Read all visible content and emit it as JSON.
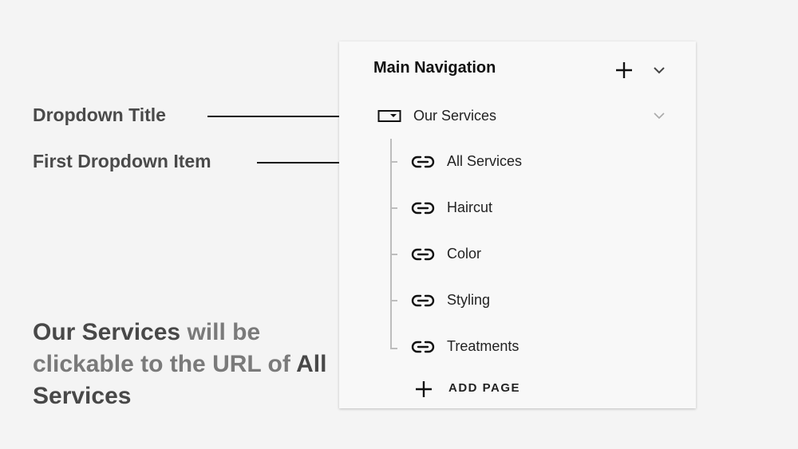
{
  "annotations": {
    "dropdown_title": "Dropdown Title",
    "first_dropdown_item": "First Dropdown Item"
  },
  "caption": {
    "part1": "Our Services",
    "part2": " will be clickable to the URL of ",
    "part3": "All Services"
  },
  "panel": {
    "title": "Main Navigation",
    "dropdown": {
      "label": "Our Services",
      "icon": "dropdown-folder-icon",
      "items": [
        {
          "label": "All Services",
          "icon": "link-icon"
        },
        {
          "label": "Haircut",
          "icon": "link-icon"
        },
        {
          "label": "Color",
          "icon": "link-icon"
        },
        {
          "label": "Styling",
          "icon": "link-icon"
        },
        {
          "label": "Treatments",
          "icon": "link-icon"
        }
      ]
    },
    "add_page_label": "ADD PAGE"
  },
  "colors": {
    "background": "#f4f4f4",
    "panel": "#f8f8f8",
    "annotation_text": "#4a4a4a",
    "caption_light": "#7a7a7a",
    "tree_line": "#bdbdbd"
  }
}
